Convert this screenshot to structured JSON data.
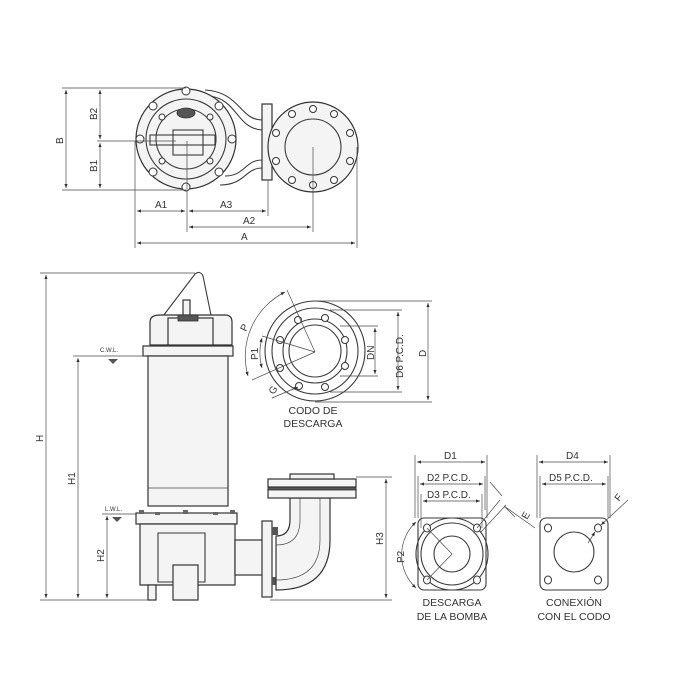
{
  "top_view": {
    "labels": {
      "B": "B",
      "B1": "B1",
      "B2": "B2",
      "A": "A",
      "A1": "A1",
      "A2": "A2",
      "A3": "A3"
    }
  },
  "side_view": {
    "labels": {
      "H": "H",
      "H1": "H1",
      "H2": "H2",
      "H3": "H3",
      "cwl": "C.W.L.",
      "lwl": "L.W.L."
    }
  },
  "codo": {
    "labels": {
      "P": "P",
      "P1": "P1",
      "G": "G",
      "DN": "DN",
      "D6": "D6 P.C.D.",
      "D": "D"
    },
    "caption_line1": "CODO DE",
    "caption_line2": "DESCARGA"
  },
  "descarga_bomba": {
    "labels": {
      "D1": "D1",
      "D2": "D2 P.C.D.",
      "D3": "D3 P.C.D.",
      "E": "E",
      "P2": "P2"
    },
    "caption_line1": "DESCARGA",
    "caption_line2": "DE LA BOMBA"
  },
  "conexion_codo": {
    "labels": {
      "D4": "D4",
      "D5": "D5 P.C.D.",
      "F": "F"
    },
    "caption_line1": "CONEXIÓN",
    "caption_line2": "CON EL CODO"
  },
  "colors": {
    "line": "#3a3a3a",
    "background": "#ffffff"
  }
}
